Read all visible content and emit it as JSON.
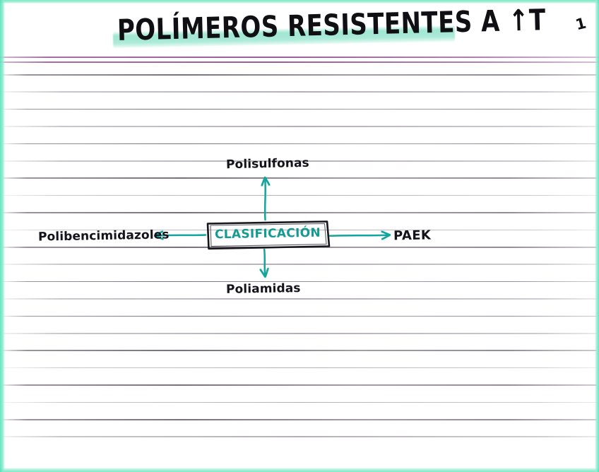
{
  "page": {
    "title": "POLÍMEROS RESISTENTES A ↑T",
    "page_number": "1",
    "highlight_color": "#96e4cd",
    "rule_color": "#5f5064",
    "header_rule_color": "#96549 6",
    "ink_black": "#101014",
    "ink_teal": "#159b92"
  },
  "diagram": {
    "type": "mind-map",
    "center": {
      "label": "CLASIFICACIÓN",
      "color": "#159b92"
    },
    "branches": [
      {
        "id": "polisulfonas",
        "label": "Polisulfonas",
        "direction": "up",
        "arrow": "↑"
      },
      {
        "id": "polibencimidazoles",
        "label": "Polibencimidazoles",
        "direction": "left",
        "arrow": "←"
      },
      {
        "id": "paek",
        "label": "PAEK",
        "direction": "right",
        "arrow": "→"
      },
      {
        "id": "poliamidas",
        "label": "Poliamidas",
        "direction": "down",
        "arrow": "↓"
      }
    ],
    "arrow_color": "#13a49b"
  }
}
